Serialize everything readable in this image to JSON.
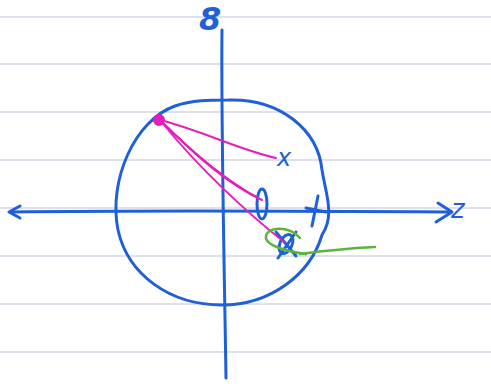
{
  "diagram": {
    "labels": [
      "8",
      "x",
      "z"
    ]
  }
}
